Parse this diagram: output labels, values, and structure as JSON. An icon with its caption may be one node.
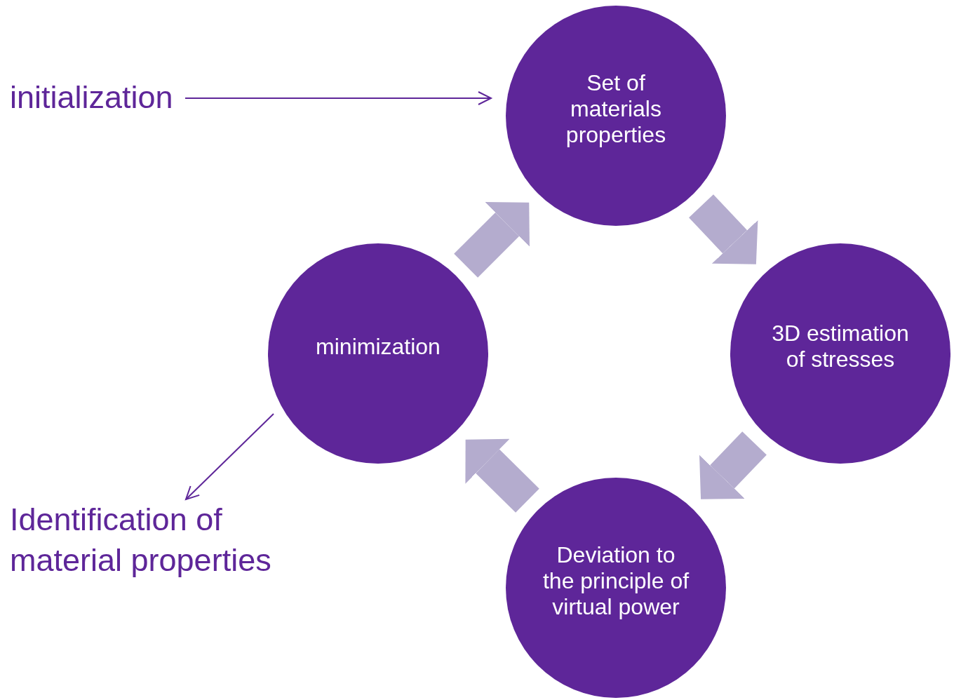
{
  "diagram": {
    "nodes": [
      {
        "text": [
          "initialization"
        ]
      },
      {
        "text": [
          "Set of materials properties"
        ]
      },
      {
        "text": [
          "3D estimation of stresses"
        ]
      },
      {
        "text": [
          "Deviation to the principle of virtual power"
        ]
      },
      {
        "text": [
          "minimization"
        ]
      },
      {
        "text": [
          "Identification of material properties"
        ]
      }
    ],
    "edges": [
      {
        "from": 0,
        "to": 1,
        "arrow": "to",
        "color": "#5e2699"
      },
      {
        "from": 1,
        "to": 2,
        "arrow": "to"
      },
      {
        "from": 2,
        "to": 3,
        "arrow": "to"
      },
      {
        "from": 3,
        "to": 4,
        "arrow": "to"
      },
      {
        "from": 4,
        "to": 1,
        "arrow": "to"
      },
      {
        "from": 4,
        "to": 5,
        "arrow": "to",
        "color": "#5e2699"
      }
    ]
  }
}
